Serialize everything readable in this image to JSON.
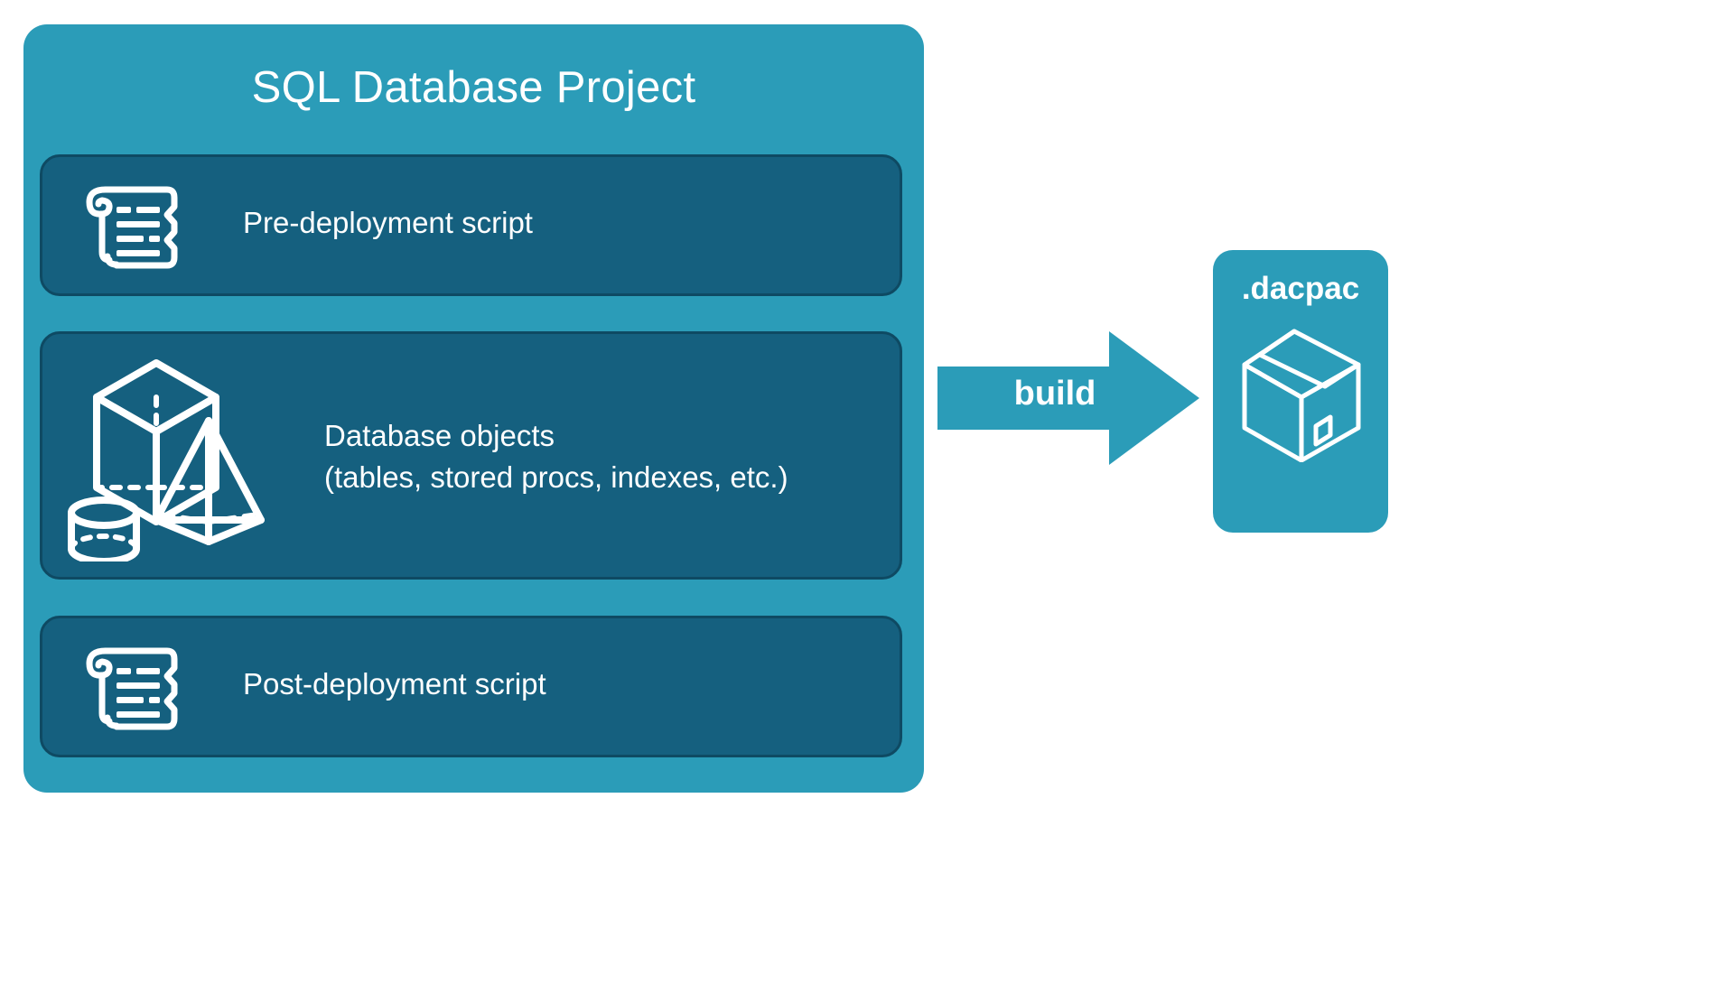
{
  "diagram": {
    "title": "SQL Database Project",
    "background_color": "#ffffff",
    "card_color": "#2b9cb8",
    "panel_color": "#15607f",
    "panel_border_color": "#0e4a63",
    "stroke_color": "#ffffff",
    "text_color": "#ffffff"
  },
  "project": {
    "title": "SQL Database Project",
    "panels": [
      {
        "id": "pre-deployment",
        "label": "Pre-deployment script",
        "icon": "scroll-icon"
      },
      {
        "id": "database-objects",
        "label": "Database objects\n(tables, stored procs, indexes, etc.)",
        "icon": "shapes-icon"
      },
      {
        "id": "post-deployment",
        "label": "Post-deployment script",
        "icon": "scroll-icon"
      }
    ]
  },
  "flow": {
    "arrow_label": "build",
    "arrow_icon": "right-arrow-icon",
    "arrow_color": "#2b9cb8"
  },
  "output": {
    "title": ".dacpac",
    "icon": "package-box-icon"
  }
}
